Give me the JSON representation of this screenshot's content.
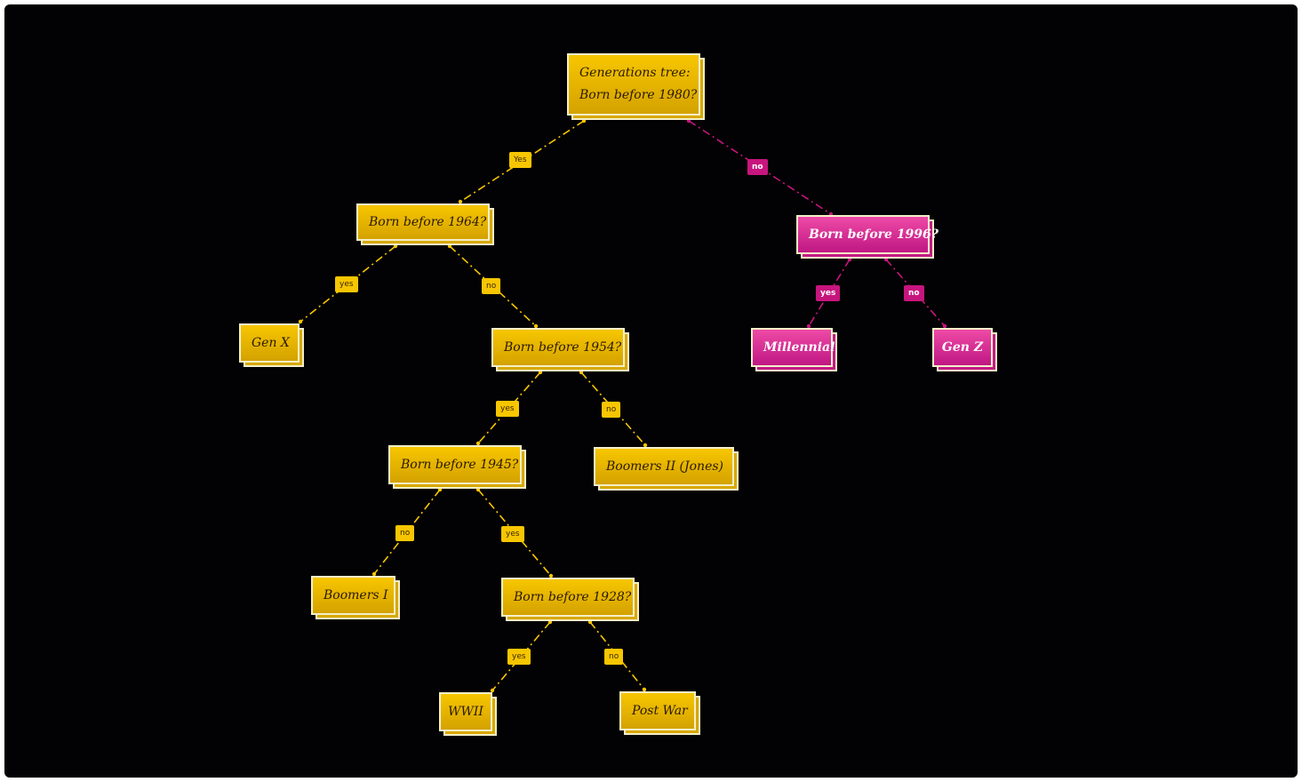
{
  "colors": {
    "gold": "#f7c600",
    "pink": "#c7157e",
    "background": "#020103"
  },
  "nodes": {
    "root": {
      "line1": "Generations tree:",
      "line2": "Born before 1980?"
    },
    "b1964": {
      "text": "Born before 1964?"
    },
    "b1996": {
      "text": "Born before 1996?"
    },
    "genx": {
      "text": "Gen X"
    },
    "b1954": {
      "text": "Born before 1954?"
    },
    "millennial": {
      "text": "Millennial"
    },
    "genz": {
      "text": "Gen Z"
    },
    "b1945": {
      "text": "Born before 1945?"
    },
    "boomers2": {
      "text": "Boomers II (Jones)"
    },
    "boomers1": {
      "text": "Boomers I"
    },
    "b1928": {
      "text": "Born before 1928?"
    },
    "wwii": {
      "text": "WWII"
    },
    "postwar": {
      "text": "Post War"
    }
  },
  "edges": [
    {
      "label": "Yes",
      "from": "root",
      "to": "b1964",
      "color": "gold"
    },
    {
      "label": "no",
      "from": "root",
      "to": "b1996",
      "color": "pink"
    },
    {
      "label": "yes",
      "from": "b1964",
      "to": "genx",
      "color": "gold"
    },
    {
      "label": "no",
      "from": "b1964",
      "to": "b1954",
      "color": "gold"
    },
    {
      "label": "yes",
      "from": "b1996",
      "to": "millennial",
      "color": "pink"
    },
    {
      "label": "no",
      "from": "b1996",
      "to": "genz",
      "color": "pink"
    },
    {
      "label": "yes",
      "from": "b1954",
      "to": "b1945",
      "color": "gold"
    },
    {
      "label": "no",
      "from": "b1954",
      "to": "boomers2",
      "color": "gold"
    },
    {
      "label": "no",
      "from": "b1945",
      "to": "boomers1",
      "color": "gold"
    },
    {
      "label": "yes",
      "from": "b1945",
      "to": "b1928",
      "color": "gold"
    },
    {
      "label": "yes",
      "from": "b1928",
      "to": "wwii",
      "color": "gold"
    },
    {
      "label": "no",
      "from": "b1928",
      "to": "postwar",
      "color": "gold"
    }
  ]
}
